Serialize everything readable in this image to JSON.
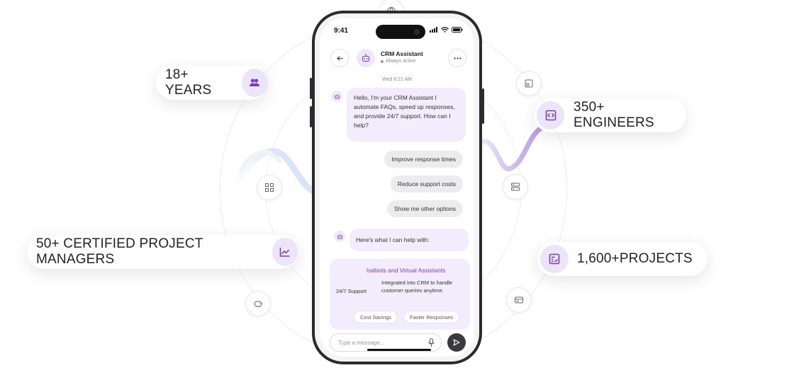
{
  "stats": {
    "years": "18+ YEARS",
    "engineers": "350+ ENGINEERS",
    "managers": "50+ CERTIFIED PROJECT MANAGERS",
    "projects": "1,600+PROJECTS"
  },
  "phone": {
    "time": "9:41",
    "header": {
      "title": "CRM Assistant",
      "status": "Always active"
    },
    "date": "Wed 8:21 AM",
    "messages": {
      "bot_intro": "Hello, I'm your CRM Assistant I automate FAQs, speed up responses, and provide 24/7 support. How can I help?",
      "option1": "Improve response times",
      "option2": "Reduce support costs",
      "option3": "Show me other options",
      "bot_help": "Here's what I can help with:"
    },
    "card": {
      "title": "hatbots and Virtual Assistants",
      "label": "24/7 Support",
      "description": "Integrated into CRM to handle customer queries anytime.",
      "chips": [
        "Cost Savings",
        "Faster Responses"
      ]
    },
    "composer": {
      "placeholder": "Type a message..."
    }
  },
  "colors": {
    "accent": "#7b3fb8",
    "accent_light": "#ece4f7",
    "bubble_bot": "#f3ecfc",
    "bubble_user": "#ececef"
  },
  "icons": {
    "years": "people-icon",
    "engineers": "code-icon",
    "managers": "chart-line-icon",
    "projects": "checklist-icon",
    "orbits": [
      "globe-icon",
      "tablet-icon",
      "qr-icon",
      "server-icon",
      "piggy-bank-icon",
      "card-icon"
    ]
  }
}
